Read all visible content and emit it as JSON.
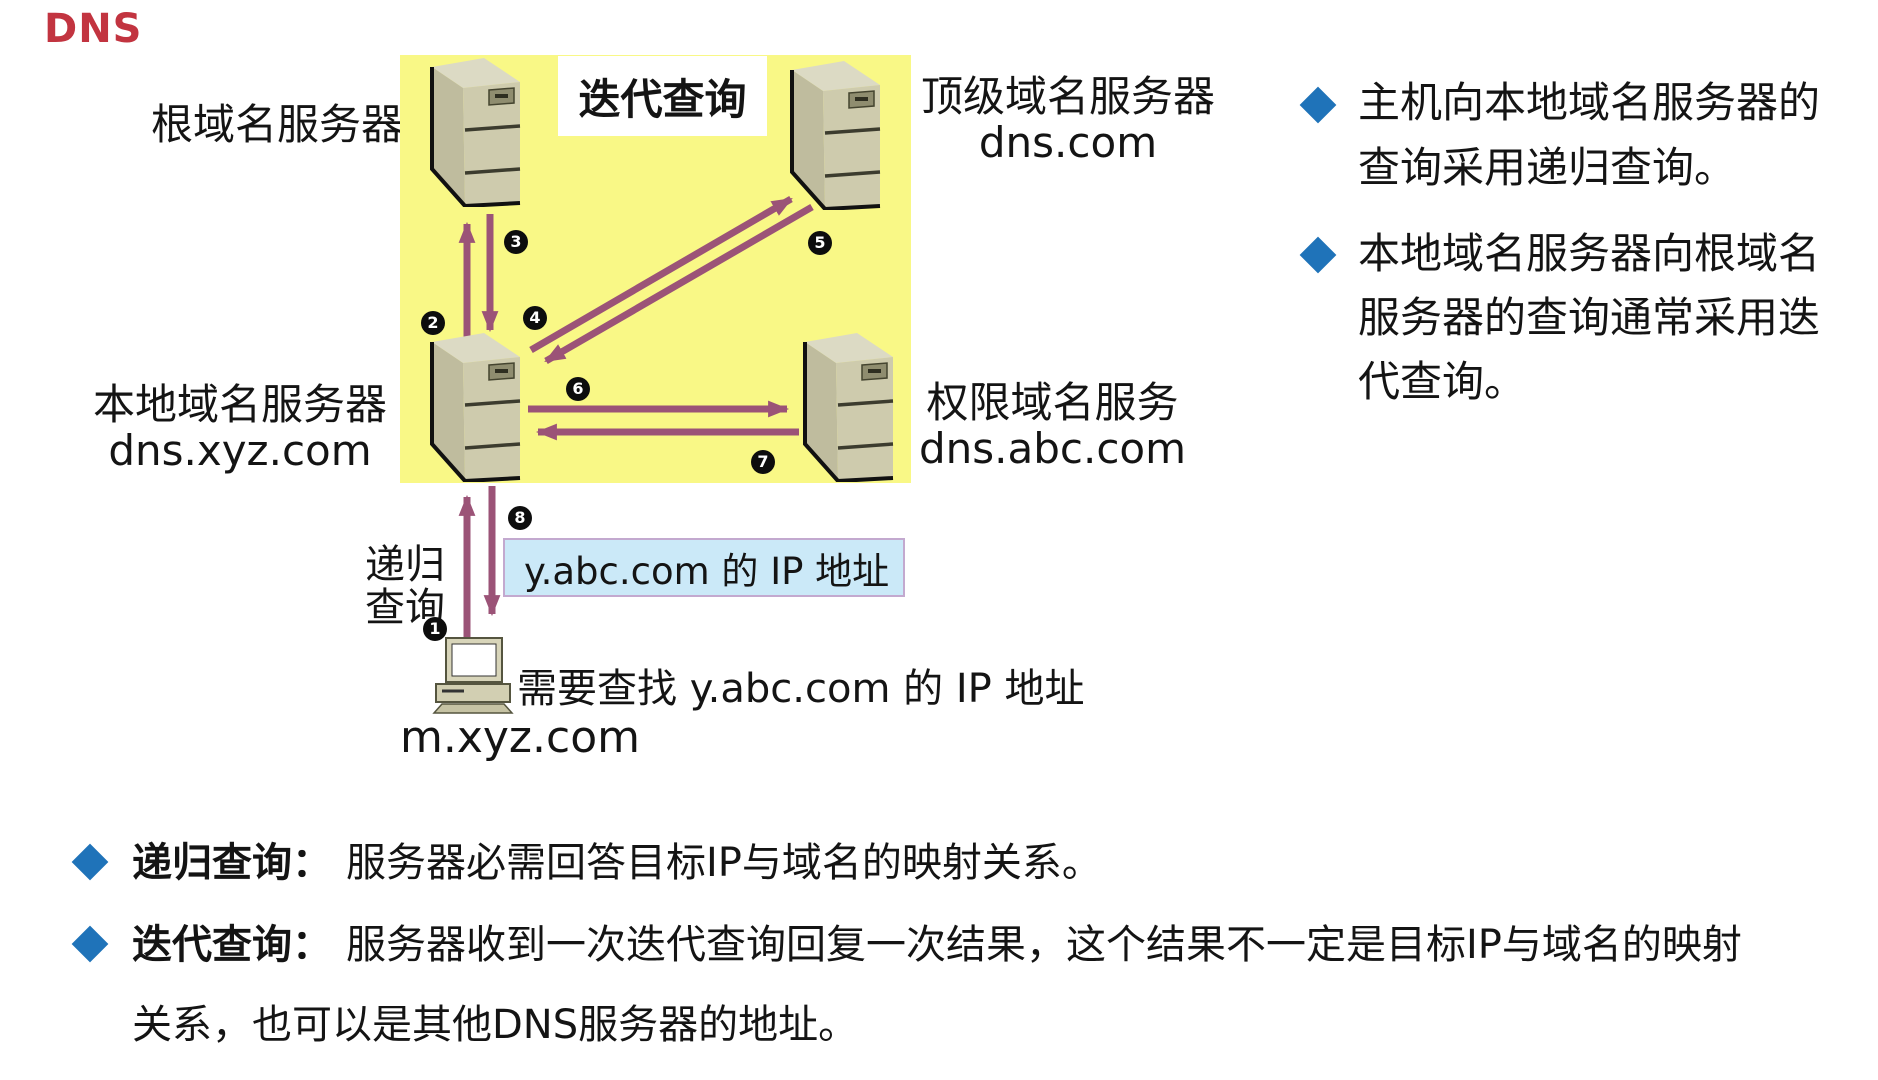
{
  "title": "DNS",
  "diagram": {
    "iteration_box_label": "迭代查询",
    "recursion_label": {
      "line1": "递归",
      "line2": "查询"
    },
    "servers": {
      "root": {
        "name": "根域名服务器"
      },
      "tld": {
        "name": "顶级域名服务器",
        "domain": "dns.com"
      },
      "local": {
        "name": "本地域名服务器",
        "domain": "dns.xyz.com"
      },
      "auth": {
        "name": "权限域名服务",
        "domain": "dns.abc.com"
      }
    },
    "host": {
      "domain": "m.xyz.com",
      "query_text": "需要查找 y.abc.com 的 IP 地址"
    },
    "result_box_text": "y.abc.com 的 IP 地址",
    "steps": [
      "1",
      "2",
      "3",
      "4",
      "5",
      "6",
      "7",
      "8"
    ]
  },
  "right_notes": [
    {
      "lines": [
        "主机向本地域名服务器的",
        "查询采用递归查询。"
      ]
    },
    {
      "lines": [
        "本地域名服务器向根域名",
        "服务器的查询通常采用迭",
        "代查询。"
      ]
    }
  ],
  "bottom_notes": [
    {
      "term": "递归查询：",
      "lines": [
        "服务器必需回答目标IP与域名的映射关系。"
      ]
    },
    {
      "term": "迭代查询：",
      "lines": [
        "服务器收到一次迭代查询回复一次结果，这个结果不一定是目标IP与域名的映射",
        "关系，也可以是其他DNS服务器的地址。"
      ]
    }
  ],
  "colors": {
    "title_red": "#C23440",
    "diagram_background": "#F9F886",
    "arrow_purple": "#9B5377",
    "bullet_blue": "#1F73B9",
    "result_box_fill": "#CBE9F8",
    "result_box_border": "#C3A9CF",
    "server_beige": "#CECBAD"
  }
}
